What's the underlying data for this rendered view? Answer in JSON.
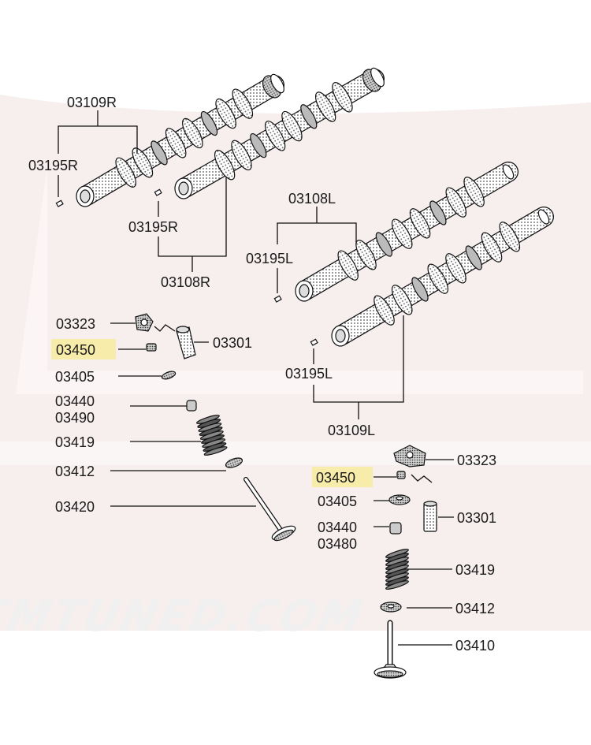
{
  "diagram": {
    "watermark": "STMTUNED.COM",
    "accent_highlight": "#f7ecaa",
    "background_accent": "#f6e9e9",
    "labels": {
      "cam_top_r1": "03109R",
      "pin_r1": "03195R",
      "pin_r2": "03195R",
      "cam_bottom_r": "03108R",
      "cam_top_l": "03108L",
      "pin_l1": "03195L",
      "pin_l2": "03195L",
      "cam_bottom_l": "03109L",
      "rocker_left": "03323",
      "adjuster_left": "03450",
      "lash_left": "03301",
      "cotter_left": "03405",
      "seal_left_a": "03440",
      "seal_left_b": "03490",
      "spring_left": "03419",
      "seat_left": "03412",
      "valve_left": "03420",
      "rocker_right": "03323",
      "adjuster_right": "03450",
      "retainer_right": "03405",
      "lash_right": "03301",
      "seal_right_a": "03440",
      "seal_right_b": "03480",
      "spring_right": "03419",
      "seat_right": "03412",
      "valve_right": "03410"
    }
  }
}
